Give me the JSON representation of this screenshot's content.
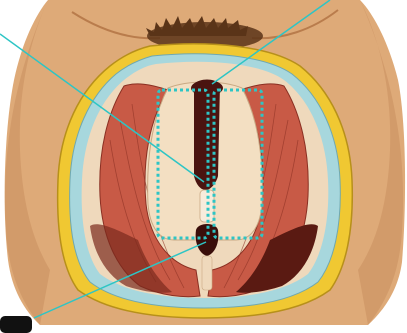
{
  "figure": {
    "kind": "anatomical-illustration",
    "colors": {
      "background": "#ffffff",
      "skin": "#deaa78",
      "skin_shadow": "#c88e5e",
      "fat_layer": "#f0c832",
      "fascia": "#a7d7dd",
      "muscle": "#c85a46",
      "muscle_dark": "#8a2f22",
      "tendon": "#efd9bc",
      "cavity": "#4a1410",
      "hair": "#5a3418",
      "leader_line": "#2dc5c5",
      "highlight_box": "#2dc5c5"
    },
    "icons": [
      "hair-tuft",
      "highlight-box-left",
      "highlight-box-right",
      "leader-line"
    ],
    "callout_tab": ""
  }
}
